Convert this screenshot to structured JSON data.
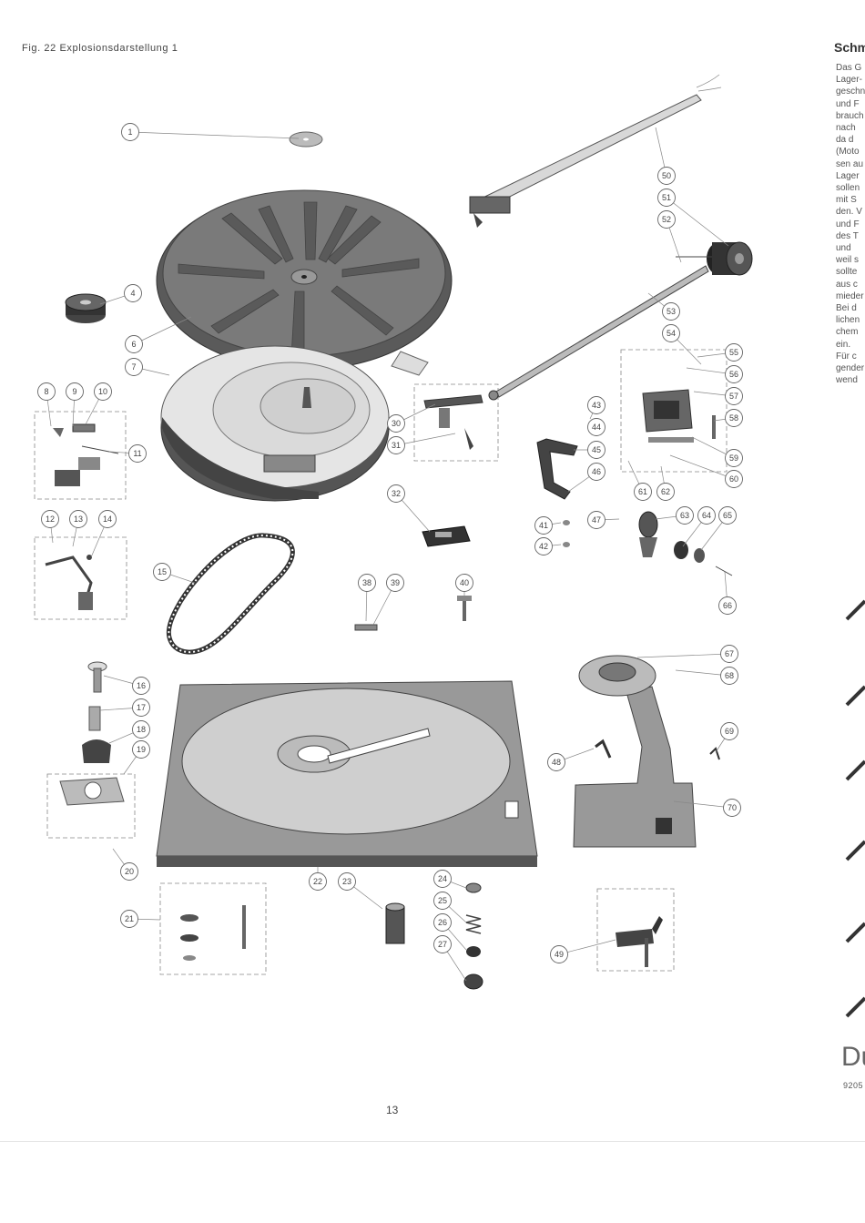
{
  "figure": {
    "caption": "Fig. 22  Explosionsdarstellung  1",
    "page_number": "13",
    "labels": [
      "1",
      "4",
      "6",
      "7",
      "8",
      "9",
      "10",
      "11",
      "12",
      "13",
      "14",
      "15",
      "16",
      "17",
      "18",
      "19",
      "20",
      "21",
      "22",
      "23",
      "24",
      "25",
      "26",
      "27",
      "30",
      "31",
      "32",
      "38",
      "39",
      "40",
      "41",
      "42",
      "43",
      "44",
      "45",
      "46",
      "47",
      "48",
      "49",
      "50",
      "51",
      "52",
      "53",
      "54",
      "55",
      "56",
      "57",
      "58",
      "59",
      "60",
      "61",
      "62",
      "63",
      "64",
      "65",
      "66",
      "67",
      "68",
      "69",
      "70"
    ]
  },
  "next_page": {
    "heading": "Schm",
    "lines": [
      "Das G",
      "Lager-",
      "geschn",
      "und  F",
      "brauch",
      "nach",
      "da   d",
      "(Moto",
      "sen au",
      "Lager",
      "sollen",
      "mit  S",
      "den.  V",
      "und  F",
      "des  T",
      "und",
      "weil s",
      "sollte",
      "aus  c",
      "mieder",
      "Bei  d",
      "lichen",
      "chem",
      "ein.",
      "Für  c",
      "gender",
      "wend"
    ],
    "logo_text": "Du",
    "code": "9205"
  }
}
